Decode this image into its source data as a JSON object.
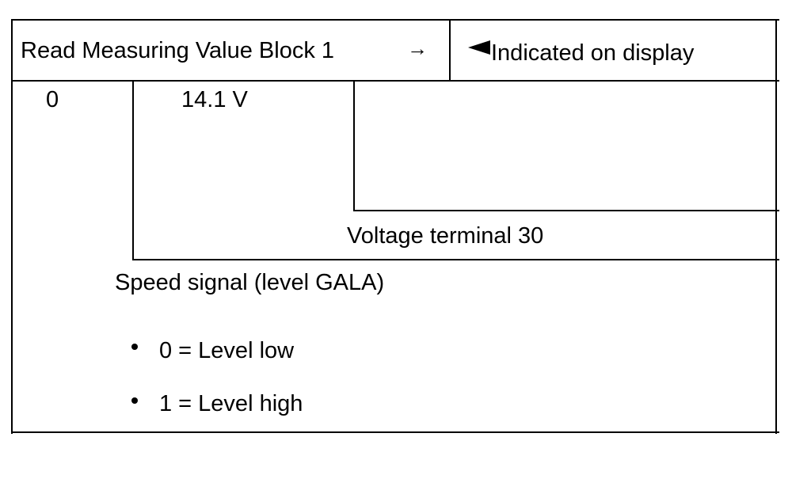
{
  "header": {
    "title": "Read Measuring Value Block 1",
    "arrow": "→",
    "display_label": "Indicated on display"
  },
  "values": {
    "field1": "0",
    "field2": "14.1 V"
  },
  "labels": {
    "voltage": "Voltage terminal 30",
    "speed": "Speed signal (level GALA)"
  },
  "bullets": [
    "0 = Level low",
    "1 = Level high"
  ]
}
